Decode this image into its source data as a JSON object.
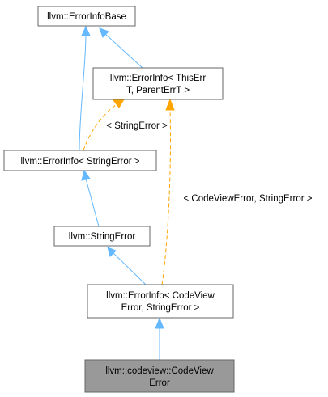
{
  "nodes": {
    "error_info_base": {
      "lines": [
        "llvm::ErrorInfoBase"
      ]
    },
    "error_info_template": {
      "lines": [
        "llvm::ErrorInfo< ThisErr",
        "T, ParentErrT >"
      ]
    },
    "error_info_string_error": {
      "lines": [
        "llvm::ErrorInfo< StringError >"
      ]
    },
    "string_error": {
      "lines": [
        "llvm::StringError"
      ]
    },
    "error_info_codeview": {
      "lines": [
        "llvm::ErrorInfo< CodeView",
        "Error, StringError >"
      ]
    },
    "codeview_error": {
      "lines": [
        "llvm::codeview::CodeView",
        "Error"
      ]
    }
  },
  "edge_labels": {
    "string_error_template": "< StringError >",
    "codeview_template": "< CodeViewError, StringError >"
  },
  "colors": {
    "inheritance_edge": "#63b8ff",
    "template_edge": "#ffa500",
    "highlight_node": "#999999",
    "node_border": "#666666"
  }
}
